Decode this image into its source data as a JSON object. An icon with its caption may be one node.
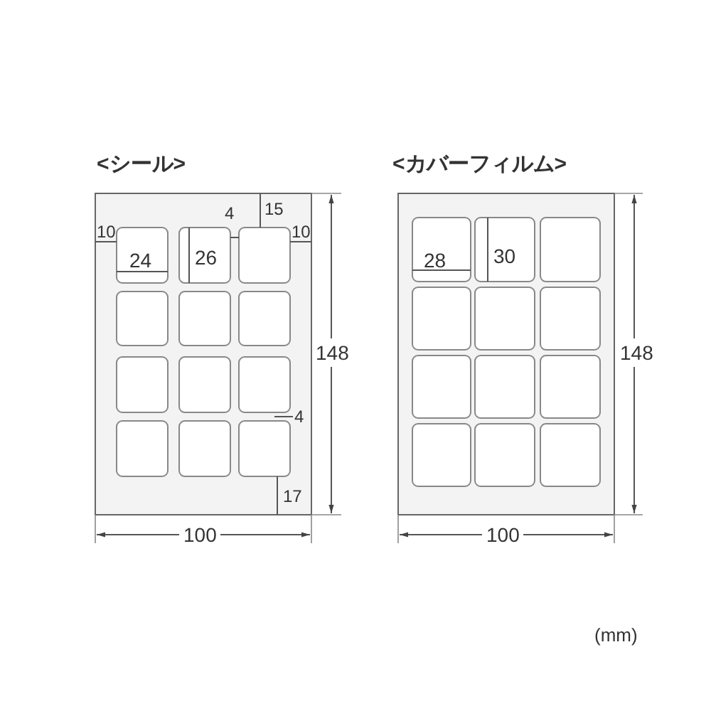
{
  "diagram": {
    "labels": [
      "<シール>",
      "<カバーフィルム>",
      "4",
      "15",
      "10",
      "10",
      "24",
      "26",
      "28",
      "30",
      "148",
      "148",
      "4",
      "17",
      "100",
      "100",
      "(mm)"
    ]
  }
}
